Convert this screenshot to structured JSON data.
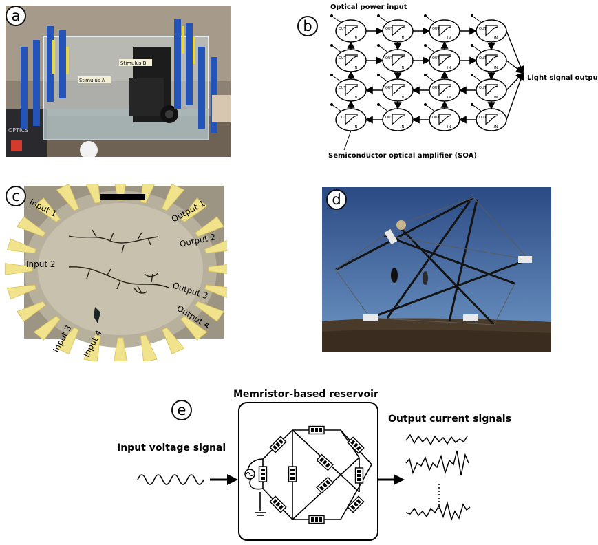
{
  "panels": {
    "a": {
      "badge": "a",
      "stimulus_a": "Stimulus A",
      "stimulus_b": "Stimulus B",
      "optics_text": "OPTICS"
    },
    "b": {
      "badge": "b",
      "optical_power_input": "Optical power input",
      "light_signal_output": "Light signal output",
      "soa_label": "Semiconductor optical amplifier (SOA)",
      "node_out": "OUT",
      "node_in": "IN"
    },
    "c": {
      "badge": "c",
      "inputs": [
        "Input 1",
        "Input 2",
        "Input 3",
        "Input 4"
      ],
      "outputs": [
        "Output 1",
        "Output 2",
        "Output 3",
        "Output 4"
      ]
    },
    "d": {
      "badge": "d"
    },
    "e": {
      "badge": "e",
      "title": "Memristor-based reservoir",
      "input_label": "Input voltage signal",
      "output_label": "Output current signals"
    }
  }
}
